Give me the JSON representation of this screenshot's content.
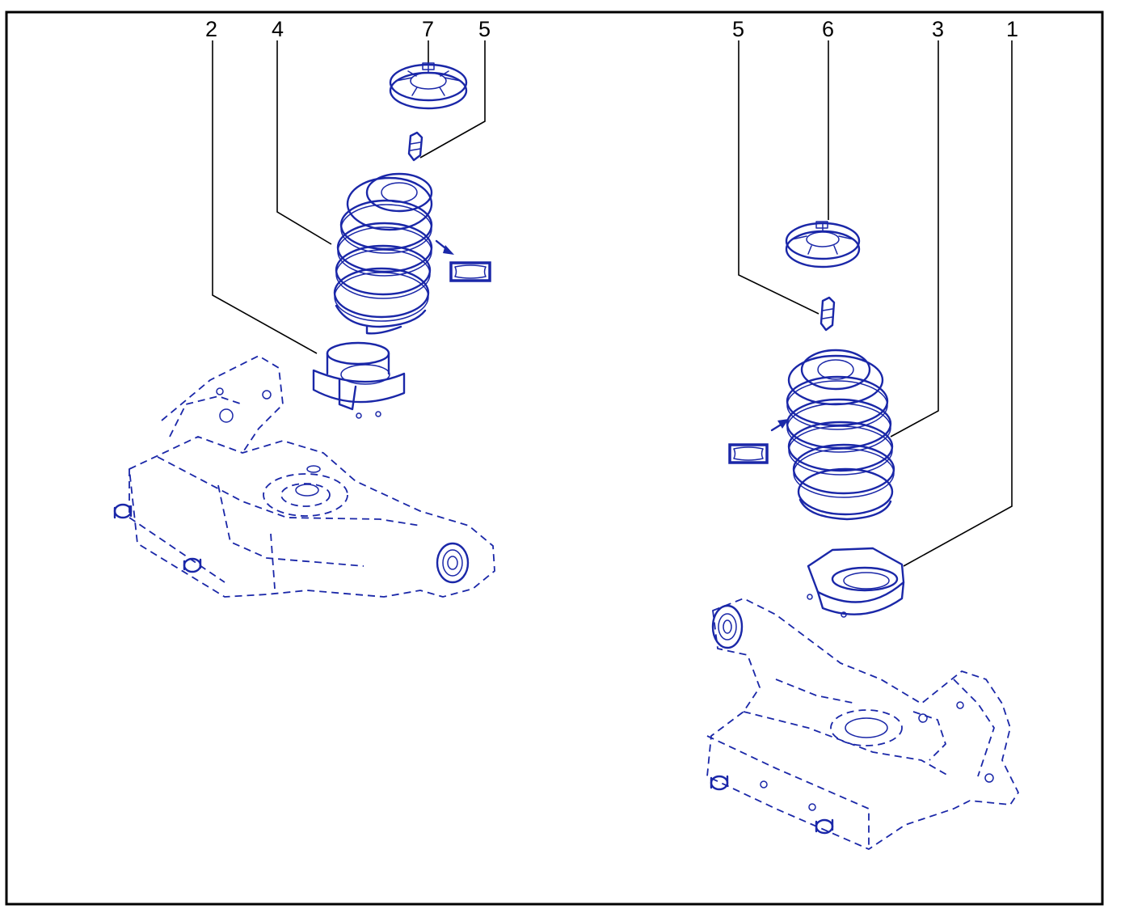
{
  "diagram": {
    "callouts": {
      "left_seat": "2",
      "left_spring": "4",
      "left_cap": "7",
      "left_bumper": "5",
      "right_bumper": "5",
      "right_cap": "6",
      "right_spring": "3",
      "right_seat": "1"
    },
    "colors": {
      "line_art": "#1a27a8",
      "callout_text": "#000000",
      "frame": "#000000",
      "background": "#ffffff"
    },
    "icons": [
      "lubricant-symbol"
    ]
  }
}
